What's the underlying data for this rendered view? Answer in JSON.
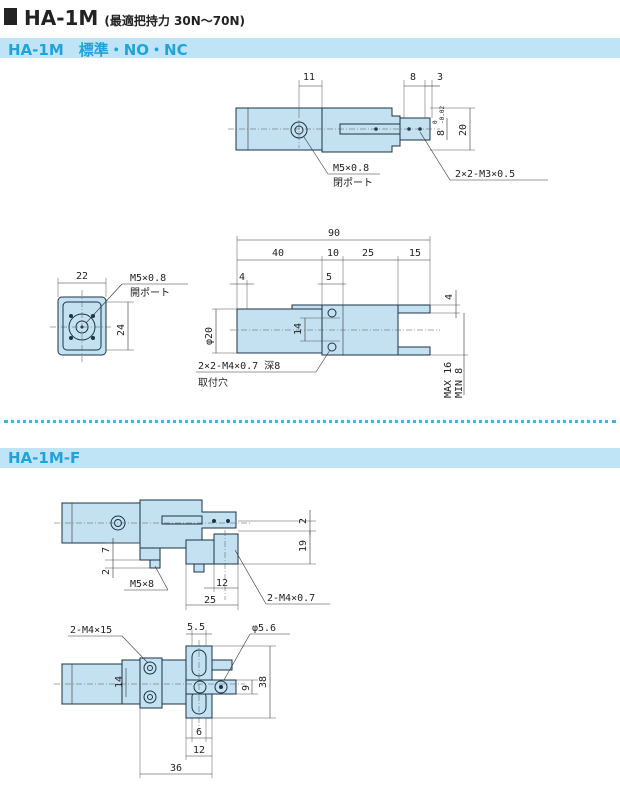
{
  "title": {
    "main": "HA-1M",
    "sub": "(最適把持力 30N〜70N)"
  },
  "sections": [
    {
      "label": "HA-1M　標準・NO・NC"
    },
    {
      "label": "HA-1M-F"
    }
  ],
  "drawing1": {
    "top_view": {
      "dims": [
        "11",
        "8",
        "3",
        "20"
      ],
      "tolerance": [
        "0",
        "-0.02"
      ],
      "tolerance_base": "8",
      "port_label": "M5×0.8",
      "port_sub": "閉ポート",
      "thread_label": "2×2-M3×0.5"
    },
    "end_view": {
      "dims": [
        "22",
        "24"
      ],
      "port_label": "M5×0.8",
      "port_sub": "開ポート"
    },
    "side_view": {
      "overall": "90",
      "dims": [
        "40",
        "10",
        "25",
        "15",
        "4",
        "5",
        "4",
        "14"
      ],
      "diameter": "φ20",
      "stroke_max": "MAX 16",
      "stroke_min": "MIN 8",
      "mount_label": "2×2-M4×0.7 深8",
      "mount_sub": "取付穴"
    }
  },
  "drawing2": {
    "side_view": {
      "dims": [
        "2",
        "19",
        "7",
        "2",
        "12",
        "25"
      ],
      "port_label": "M5×8",
      "thread_label": "2-M4×0.7"
    },
    "top_view": {
      "hole_label": "2-M4×15",
      "dims": [
        "5.5",
        "φ5.6",
        "14",
        "9",
        "38",
        "6",
        "12",
        "36"
      ]
    }
  }
}
